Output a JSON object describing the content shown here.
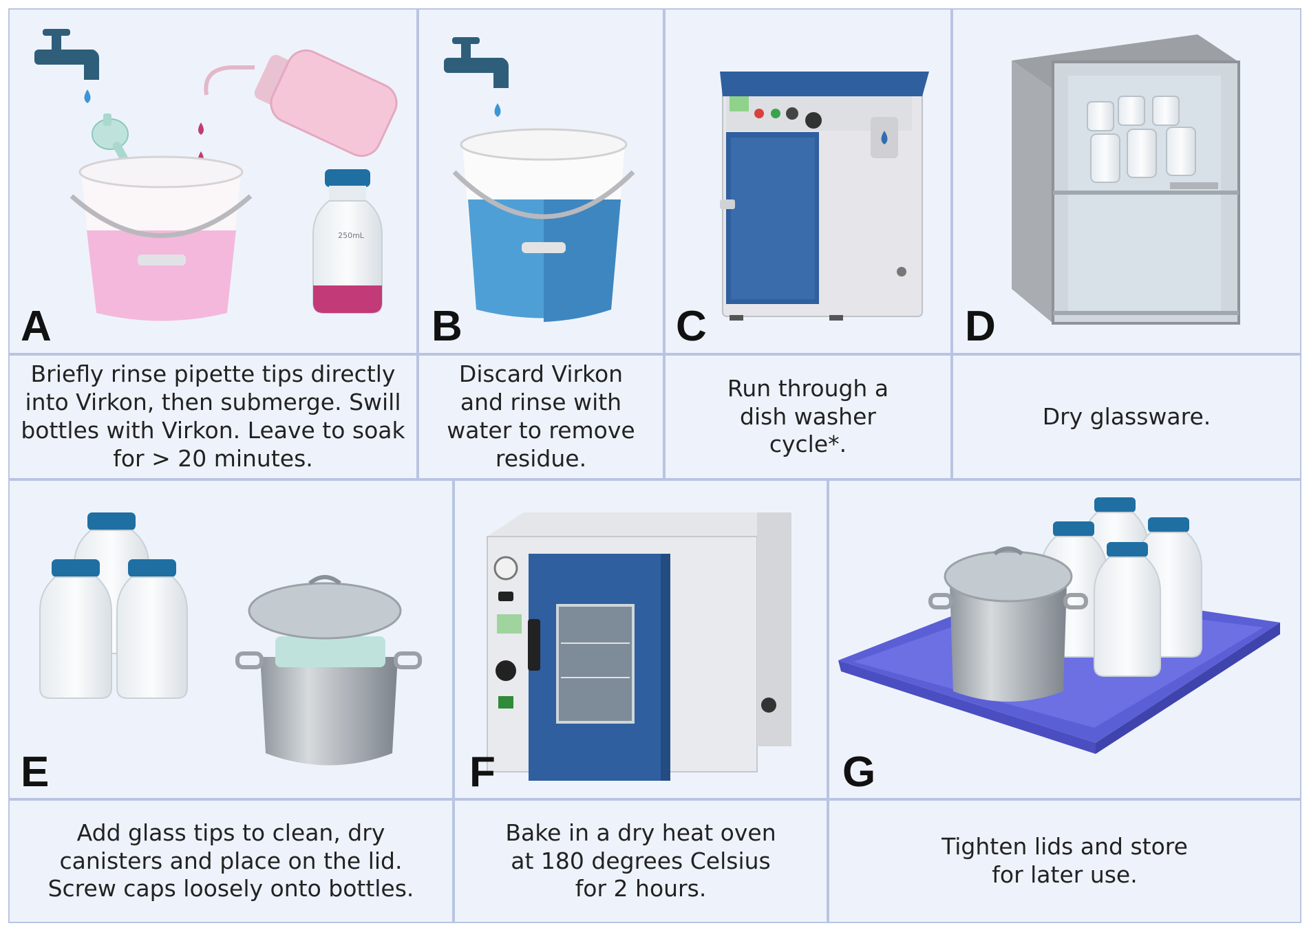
{
  "steps": [
    {
      "letter": "A",
      "caption": "Briefly rinse pipette tips directly into Virkon, then submerge. Swill bottles with Virkon. Leave to soak for > 20 minutes."
    },
    {
      "letter": "B",
      "caption": "Discard Virkon and rinse with water to remove residue."
    },
    {
      "letter": "C",
      "caption": "Run through a dish washer cycle*."
    },
    {
      "letter": "D",
      "caption": "Dry glassware."
    },
    {
      "letter": "E",
      "caption": "Add glass tips to clean, dry canisters and place on the lid. Screw caps loosely onto bottles."
    },
    {
      "letter": "F",
      "caption": "Bake in a dry heat oven at 180 degrees Celsius for 2 hours."
    },
    {
      "letter": "G",
      "caption": "Tighten lids and store for later use."
    }
  ],
  "bottle_label": "250mL",
  "colors": {
    "panel_bg": "#eef3fb",
    "border": "#b9c4e2",
    "virkon_pink": "#f2b3d8",
    "water_blue": "#4d9bd4",
    "steel_blue": "#2f5f9e",
    "tap": "#2f5e7a",
    "tray": "#5b5fd6",
    "cap": "#1f6fa3"
  }
}
